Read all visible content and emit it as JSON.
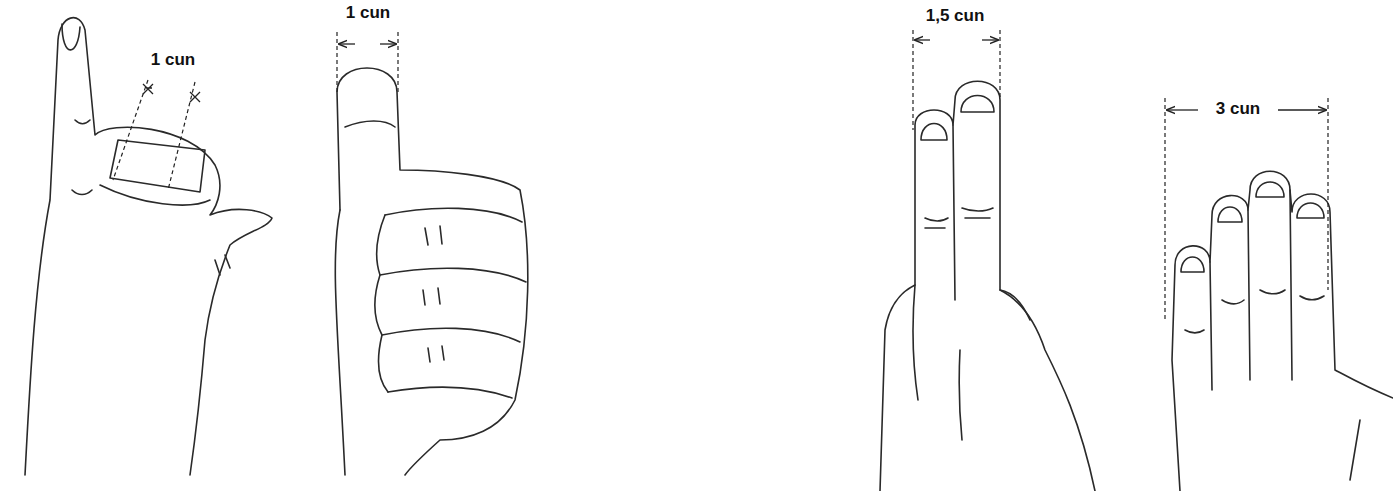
{
  "diagram": {
    "labels": [
      "1 cun",
      "1 cun",
      "1,5 cun",
      "3 cun"
    ]
  }
}
